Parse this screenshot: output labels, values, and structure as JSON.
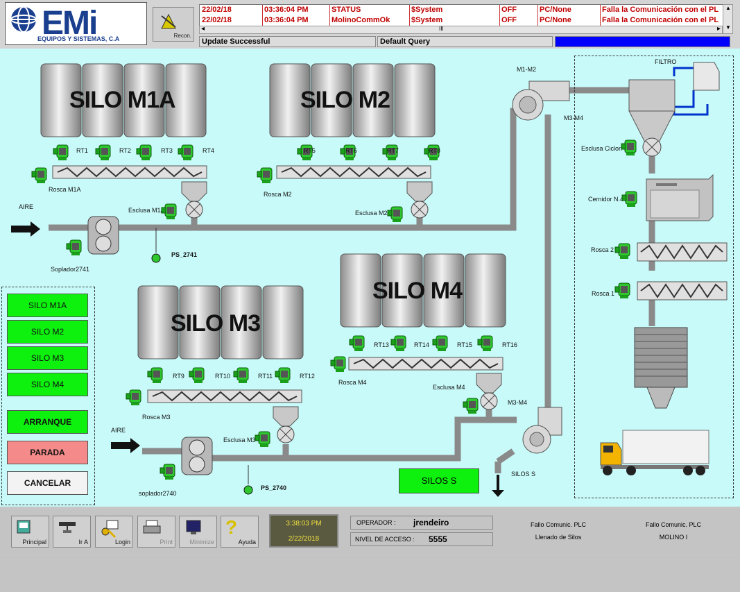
{
  "header": {
    "logo_main": "EMi",
    "logo_sub": "EQUIPOS Y SISTEMAS, C.A",
    "recon_label": "Recon.",
    "alarms": [
      [
        "22/02/18",
        "03:36:04 PM",
        "STATUS",
        "$System",
        "OFF",
        "PC/None",
        "Falla la Comunicación con el PL"
      ],
      [
        "22/02/18",
        "03:36:04 PM",
        "MolinoCommOk",
        "$System",
        "OFF",
        "PC/None",
        "Falla la Comunicación con el PL"
      ]
    ],
    "scroll_grip": "III",
    "status_left": "Update Successful",
    "status_query": "Default Query"
  },
  "process": {
    "silos": {
      "m1a": "SILO M1A",
      "m2": "SILO M2",
      "m3": "SILO M3",
      "m4": "SILO M4"
    },
    "rt": [
      "RT1",
      "RT2",
      "RT3",
      "RT4",
      "RT5",
      "RT6",
      "RT7",
      "RT8",
      "RT9",
      "RT10",
      "RT11",
      "RT12",
      "RT13",
      "RT14",
      "RT15",
      "RT16"
    ],
    "rosca_m1a": "Rosca M1A",
    "rosca_m2": "Rosca M2",
    "rosca_m3": "Rosca M3",
    "rosca_m4": "Rosca M4",
    "esclusa_m1a": "Esclusa M1A",
    "esclusa_m2": "Esclusa M2",
    "esclusa_m3": "Esclusa M3",
    "esclusa_m4": "Esclusa M4",
    "aire": "AIRE",
    "soplador_2741": "Soplador2741",
    "soplador_2740": "soplador2740",
    "ps_2741": "PS_2741",
    "ps_2740": "PS_2740",
    "m1m2": "M1-M2",
    "m3m4_top": "M3-M4",
    "m3m4_bottom": "M3-M4",
    "filtro": "FILTRO",
    "esclusa_ciclon": "Esclusa Ciclon",
    "cernidor": "Cernidor N.4",
    "rosca2": "Rosca 2",
    "rosca1": "Rosca 1",
    "silos_s_label": "SILOS S",
    "silos_s_button": "SILOS S"
  },
  "sidebar": {
    "buttons": [
      "SILO M1A",
      "SILO M2",
      "SILO M3",
      "SILO M4"
    ],
    "arranque": "ARRANQUE",
    "parada": "PARADA",
    "cancelar": "CANCELAR"
  },
  "footer": {
    "nav": [
      "Principal",
      "Ir A",
      "Login",
      "Print",
      "Minimize",
      "Ayuda"
    ],
    "time": "3:38:03 PM",
    "date": "2/22/2018",
    "operador_label": "OPERADOR :",
    "operador_value": "jrendeiro",
    "nivel_label": "NIVEL DE ACCESO :",
    "nivel_value": "5555",
    "status1_title": "Fallo Comunic. PLC",
    "status1_sub": "Llenado de Silos",
    "status2_title": "Fallo Comunic. PLC",
    "status2_sub": "MOLINO I"
  },
  "colors": {
    "background": "#c8faf9",
    "green_button": "#0ef00e",
    "parada_button": "#f58a8a",
    "alarm_text": "#c00000",
    "status_indicator": "#0000ff"
  }
}
